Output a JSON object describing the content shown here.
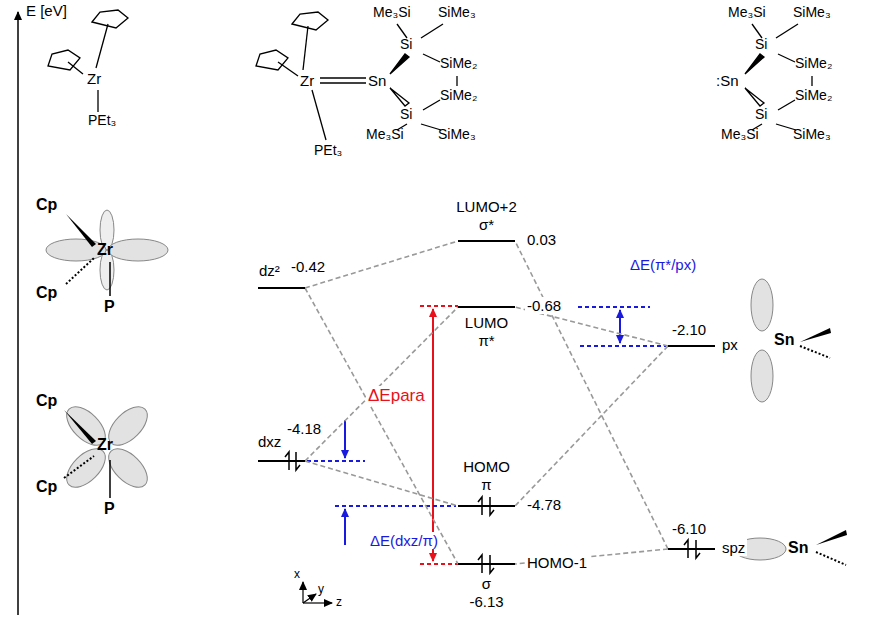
{
  "diagram": {
    "nodes": [
      {
        "text": [
          "dz²",
          "-0.42"
        ]
      },
      {
        "text": [
          "dxz",
          "-4.18"
        ]
      },
      {
        "text": [
          "LUMO+2",
          "σ*",
          "0.03"
        ]
      },
      {
        "text": [
          "LUMO",
          "π*",
          "-0.68"
        ]
      },
      {
        "text": [
          "HOMO",
          "π",
          "-4.78"
        ]
      },
      {
        "text": [
          "HOMO-1",
          "σ",
          "-6.13"
        ]
      },
      {
        "text": [
          "-2.10",
          "px"
        ]
      },
      {
        "text": [
          "-6.10",
          "spz"
        ]
      }
    ],
    "edges": [
      {
        "from": 0,
        "to": 2,
        "arrow": "none"
      },
      {
        "from": 0,
        "to": 5,
        "arrow": "none"
      },
      {
        "from": 1,
        "to": 3,
        "arrow": "none"
      },
      {
        "from": 1,
        "to": 4,
        "arrow": "none"
      },
      {
        "from": 6,
        "to": 3,
        "arrow": "none"
      },
      {
        "from": 6,
        "to": 4,
        "arrow": "none"
      },
      {
        "from": 7,
        "to": 2,
        "arrow": "none"
      },
      {
        "from": 7,
        "to": 5,
        "arrow": "none"
      }
    ],
    "labels": [
      "E [eV]",
      "Zr",
      "PEt₃",
      "Me₃Si",
      "SiMe₃",
      "Si",
      "SiMe₂",
      "Zr",
      "Sn",
      "Si",
      "SiMe₂",
      "Me₃Si",
      "SiMe₃",
      "PEt₃",
      "Me₃Si",
      "SiMe₃",
      "Si",
      "SiMe₂",
      ":Sn",
      "Si",
      "SiMe₂",
      "Me₃Si",
      "SiMe₃",
      "Cp",
      "Zr",
      "Cp",
      "P",
      "Cp",
      "Zr",
      "Cp",
      "P",
      "Sn",
      "Sn",
      "ΔE(π*/px)",
      "ΔEpara",
      "ΔE(dxz/π)",
      "x",
      "y",
      "z"
    ]
  }
}
